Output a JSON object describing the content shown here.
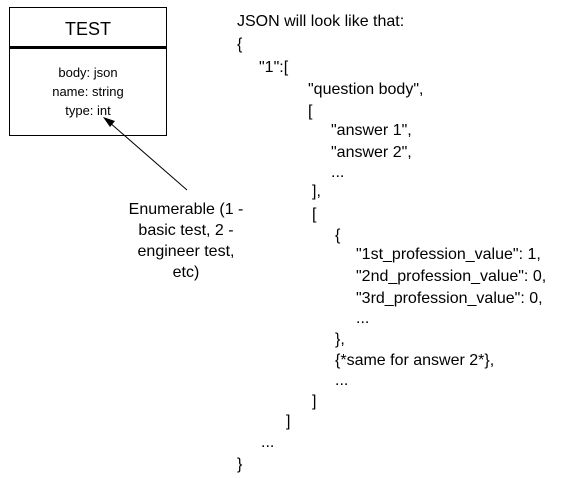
{
  "entity": {
    "title": "TEST",
    "fields": [
      "body: json",
      "name: string",
      "type: int"
    ]
  },
  "annotation": {
    "lines": [
      "Enumerable (1 -",
      "basic test, 2 -",
      "engineer test,",
      "etc)"
    ]
  },
  "json_example": {
    "heading": "JSON will look like that:",
    "lines": [
      "{",
      "\"1\":[",
      "\"question body\",",
      "[",
      "\"answer 1\",",
      "\"answer 2\",",
      "...",
      "],",
      "[",
      "{",
      "\"1st_profession_value\": 1,",
      "\"2nd_profession_value\": 0,",
      "\"3rd_profession_value\": 0,",
      "...",
      "},",
      "{*same for answer 2*},",
      "...",
      "]",
      "]",
      "...",
      "}"
    ]
  }
}
